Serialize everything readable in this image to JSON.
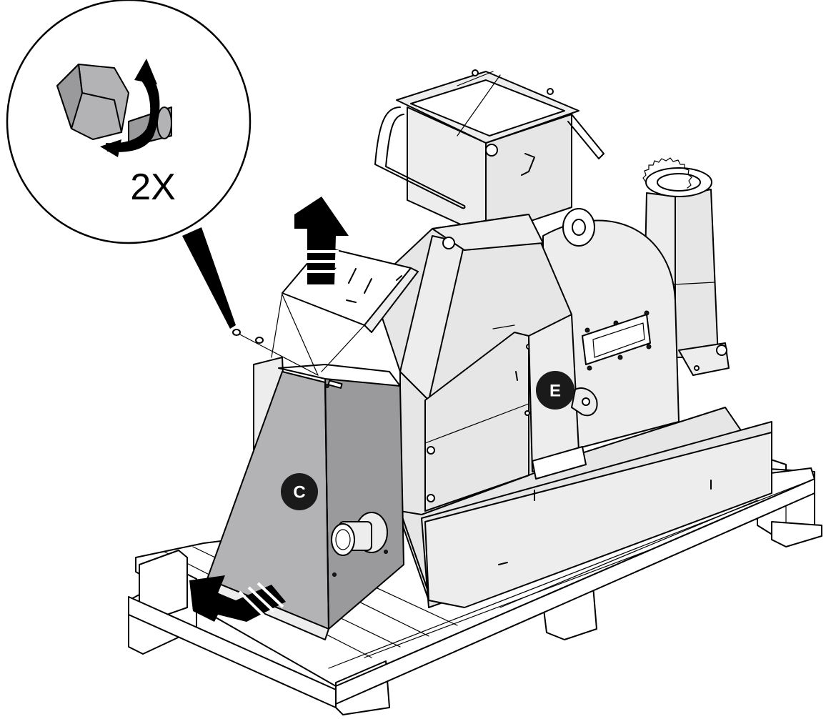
{
  "detail": {
    "quantity_label": "2X",
    "icon": "bolt-rotate-icon"
  },
  "callouts": {
    "c_label": "C",
    "e_label": "E"
  },
  "icons": {
    "lift_arrow": "arrow-up-icon",
    "pull_arrow": "arrow-down-left-icon"
  },
  "colors": {
    "callout_fill": "#1a1a1a",
    "callout_text": "#ffffff",
    "panel_grey": "#b3b3b5",
    "machine_body": "#e6e6e6",
    "line": "#000000"
  }
}
